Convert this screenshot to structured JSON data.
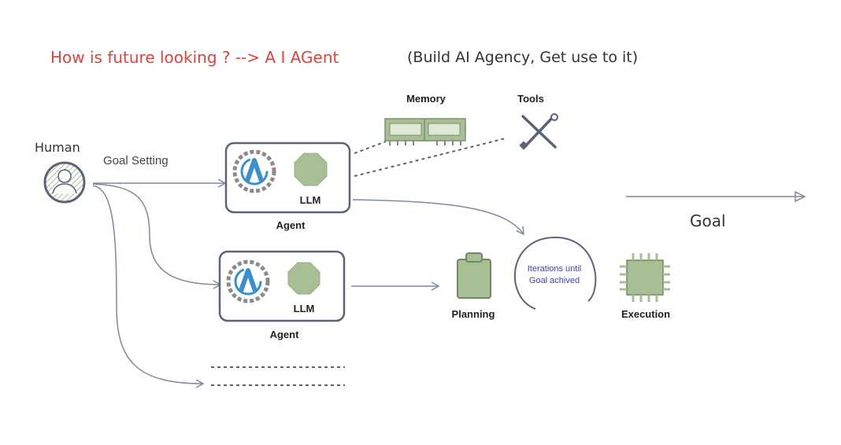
{
  "header": {
    "title": "How is future looking ? --> A I AGent",
    "subtitle": "(Build AI Agency, Get use to it)"
  },
  "nodes": {
    "human": "Human",
    "goal_setting": "Goal Setting",
    "agent_top_llm": "LLM",
    "agent_top_label": "Agent",
    "agent_bottom_llm": "LLM",
    "agent_bottom_label": "Agent",
    "memory": "Memory",
    "tools": "Tools",
    "planning": "Planning",
    "iterations_line1": "Iterations until",
    "iterations_line2": "Goal achived",
    "execution": "Execution",
    "goal": "Goal"
  },
  "colors": {
    "title": "#e8403a",
    "line": "#7e8a9e",
    "box": "#5b6477",
    "green": "#a8bf96",
    "blue": "#3b8fd1",
    "iteration_text": "#3d3fc4",
    "text": "#222222"
  },
  "icons": {
    "human": "person-icon",
    "agent": "ai-agent-icon",
    "llm": "octagon-llm-icon",
    "memory": "ram-memory-icon",
    "tools": "wrench-screwdriver-icon",
    "planning": "clipboard-icon",
    "execution": "cpu-chip-icon"
  }
}
